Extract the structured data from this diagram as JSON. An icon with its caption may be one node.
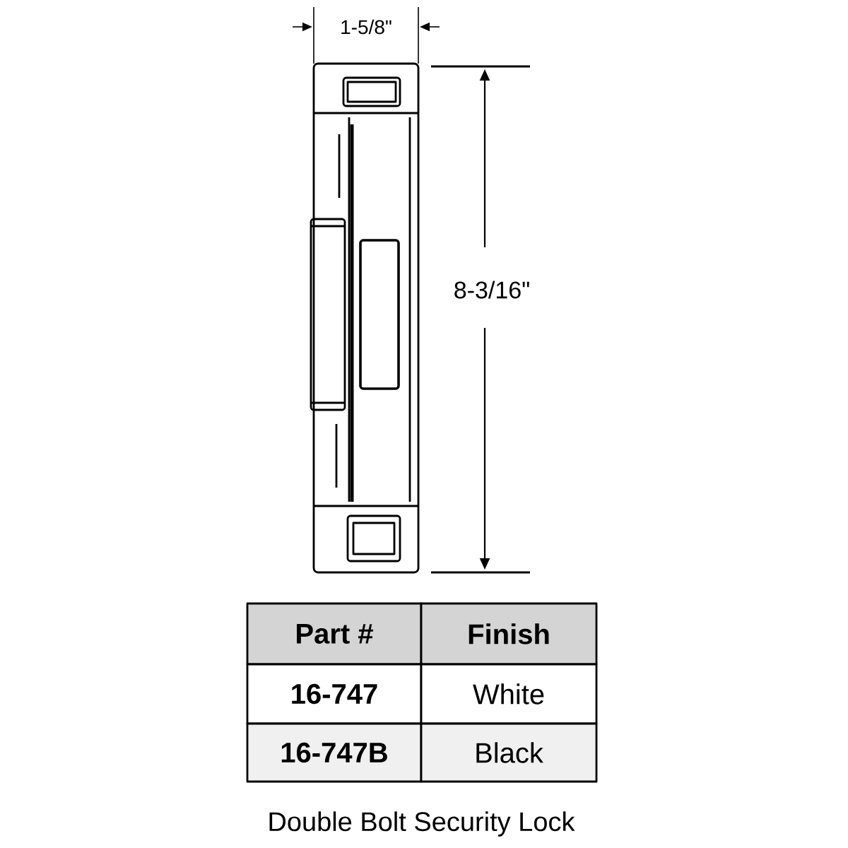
{
  "diagram": {
    "caption": "Double Bolt Security Lock",
    "labels": [
      "1-5/8\"",
      "8-3/16\"",
      "Part #",
      "Finish",
      "16-747",
      "White",
      "16-747B",
      "Black"
    ]
  }
}
